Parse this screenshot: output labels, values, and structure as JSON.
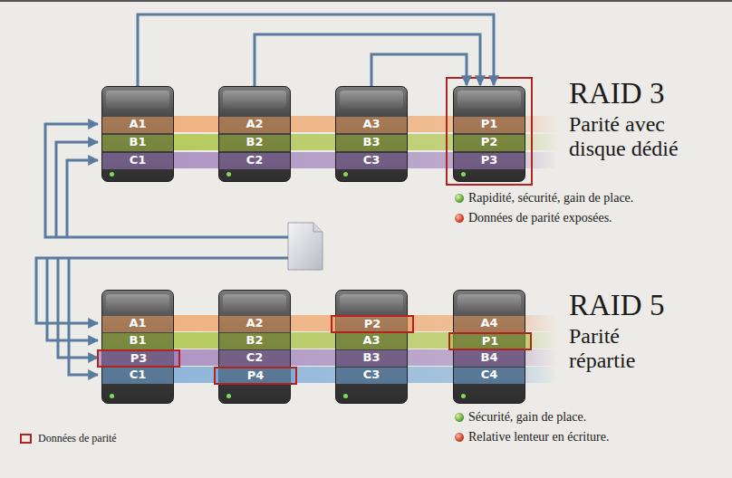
{
  "diagram": {
    "nodes": [
      {
        "text": [
          "A1",
          "B1",
          "C1"
        ]
      },
      {
        "text": [
          "A2",
          "B2",
          "C2"
        ]
      },
      {
        "text": [
          "A3",
          "B3",
          "C3"
        ]
      },
      {
        "text": [
          "P1",
          "P2",
          "P3"
        ]
      },
      {
        "text": [
          "A1",
          "B1",
          "C1"
        ]
      },
      {
        "text": [
          "P3"
        ],
        "in": 4
      },
      {
        "text": [
          "A2",
          "B2",
          "C2"
        ]
      },
      {
        "text": [
          "P4"
        ],
        "in": 6
      },
      {
        "text": [
          "A3",
          "B3",
          "C3"
        ]
      },
      {
        "text": [
          "P2"
        ],
        "in": 8
      },
      {
        "text": [
          "A4",
          "B4",
          "C4"
        ]
      },
      {
        "text": [
          "P1"
        ],
        "in": 10
      }
    ],
    "edges": [
      {
        "from": 0,
        "to": 3,
        "arrow": "to"
      },
      {
        "from": 1,
        "to": 3,
        "arrow": "to"
      },
      {
        "from": 2,
        "to": 3,
        "arrow": "to"
      }
    ],
    "labels": [
      "RAID 3",
      "Parité avec disque dédié",
      "Rapidité, sécurité, gain de place.",
      "Données de parité exposées.",
      "RAID 5",
      "Parité répartie",
      "Sécurité, gain de place.",
      "Relative lenteur en écriture."
    ],
    "legend": [
      {
        "text": "Données de parité"
      }
    ]
  }
}
